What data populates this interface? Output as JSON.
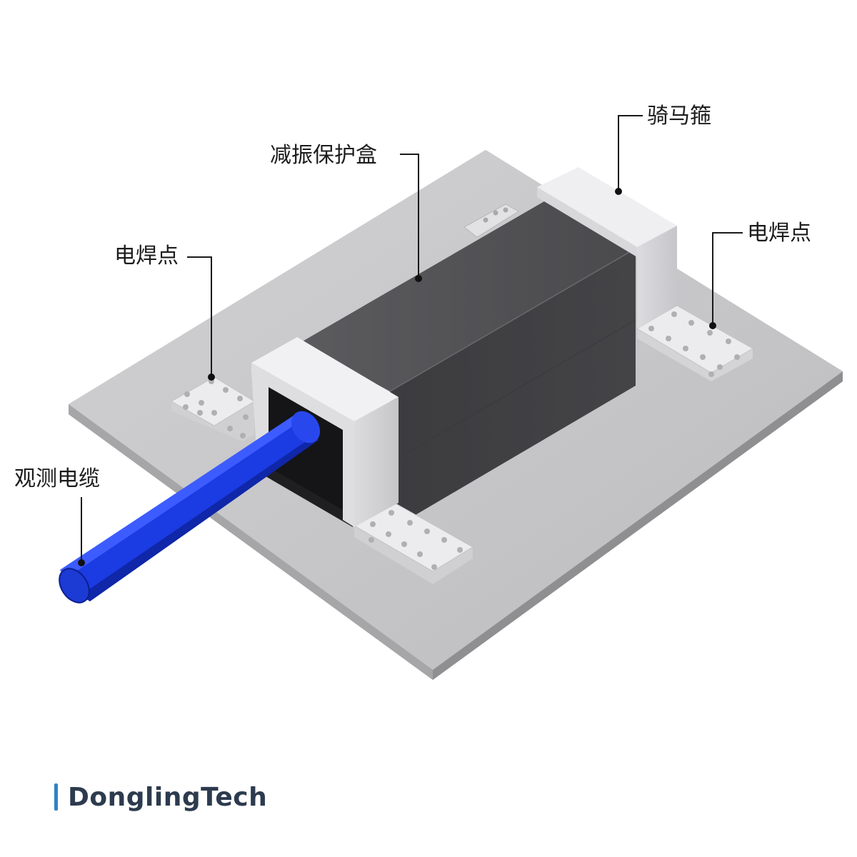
{
  "labels": {
    "damping_box": "减振保护盒",
    "saddle_clamp": "骑马箍",
    "weld_point_left": "电焊点",
    "weld_point_right": "电焊点",
    "cable": "观测电缆"
  },
  "brand": {
    "name": "DonglingTech",
    "accent_color": "#2f82c6",
    "text_color": "#2d3b4e"
  },
  "colors": {
    "base_plate": "#c4c4c6",
    "box": "#4a4a4c",
    "clamp": "#e8e8ea",
    "cable": "#1d3ee0"
  }
}
